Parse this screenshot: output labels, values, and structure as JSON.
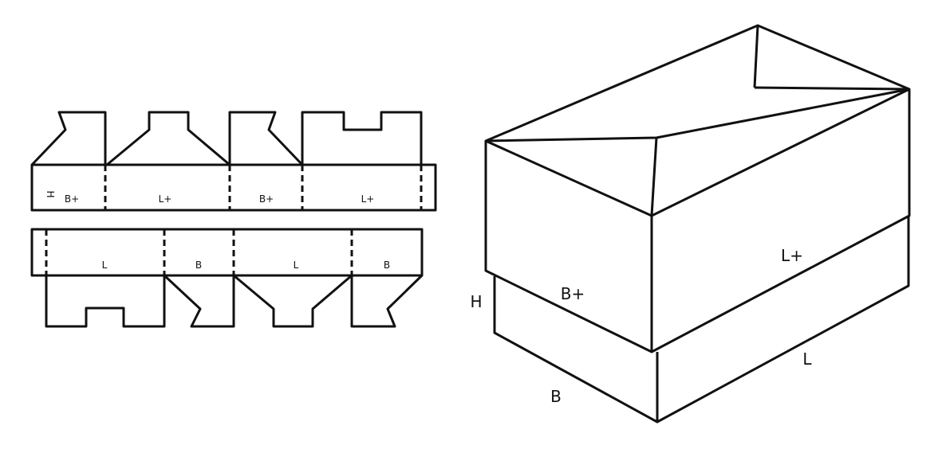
{
  "blank_top": {
    "height_label": "H",
    "panels": [
      "B+",
      "L+",
      "B+",
      "L+"
    ]
  },
  "blank_bottom": {
    "panels": [
      "L",
      "B",
      "L",
      "B"
    ]
  },
  "box_3d": {
    "labels": {
      "height": "H",
      "lid_width": "B+",
      "lid_length": "L+",
      "base_width": "B",
      "base_length": "L"
    }
  }
}
